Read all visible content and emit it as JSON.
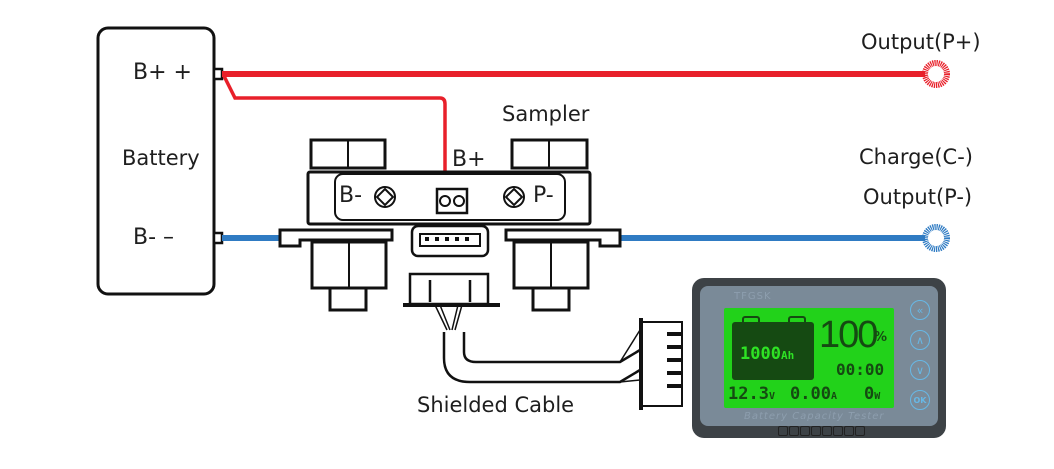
{
  "labels": {
    "battery_title": "Battery",
    "battery_pos_terminal": "B+  +",
    "battery_neg_terminal": "B-   –",
    "sampler_title": "Sampler",
    "sampler_bplus": "B+",
    "sampler_bminus": "B-",
    "sampler_pminus": "P-",
    "output_positive": "Output(P+)",
    "charge_negative": "Charge(C-)",
    "output_negative": "Output(P-)",
    "shielded_cable": "Shielded Cable"
  },
  "wires": {
    "positive_color": "#e8202a",
    "negative_color": "#2f7bc3"
  },
  "meter": {
    "brand": "TFGSK",
    "capacity_value": "1000",
    "capacity_unit": "Ah",
    "percent_value": "100",
    "percent_unit": "%",
    "time": "00:00",
    "voltage_value": "12.3",
    "voltage_unit": "V",
    "current_value": "0.00",
    "current_unit": "A",
    "power_value": "0",
    "power_unit": "W",
    "subtitle": "Battery Capacity Tester",
    "lcd_color": "#22d21a",
    "button_color": "#67b8e6",
    "buttons": [
      {
        "name": "back",
        "glyph": "«"
      },
      {
        "name": "up",
        "glyph": "∧"
      },
      {
        "name": "down",
        "glyph": "∨"
      },
      {
        "name": "ok",
        "glyph": "OK"
      }
    ]
  }
}
